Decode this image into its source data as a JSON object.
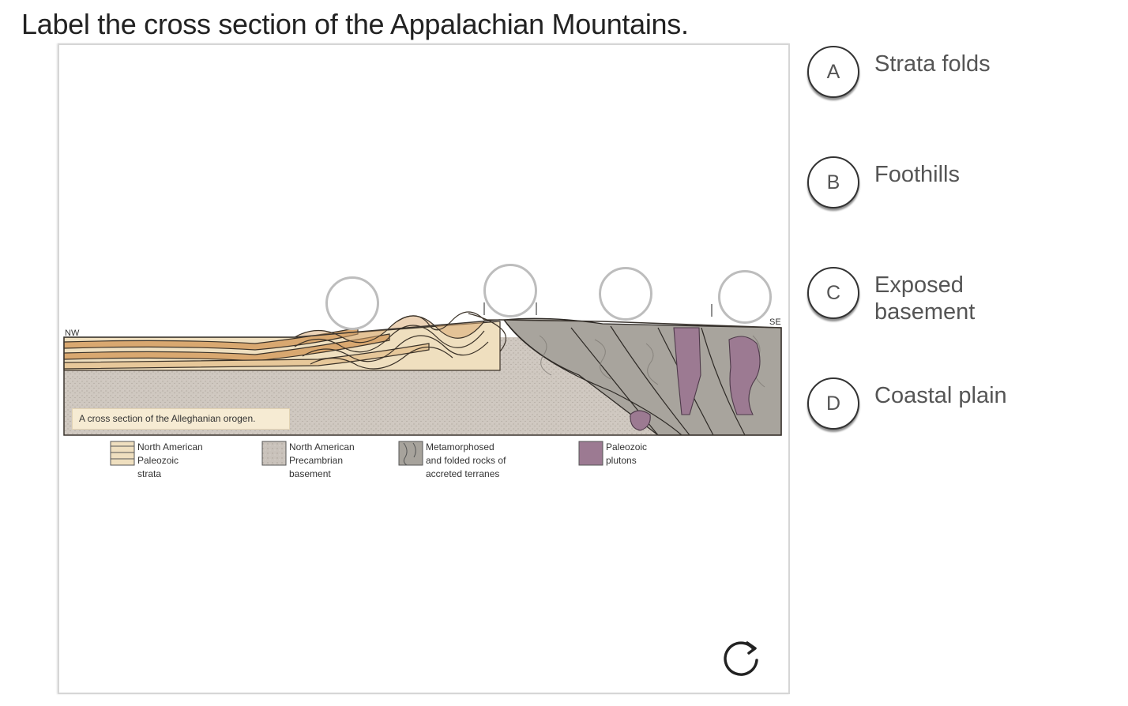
{
  "question": {
    "prompt": "Label the cross section of the Appalachian Mountains."
  },
  "diagram": {
    "caption": "A cross section of the Alleghanian orogen.",
    "direction_left": "NW",
    "direction_right": "SE",
    "legend": [
      {
        "text": "North American\nPaleozoic\nstrata",
        "swatch": "strata"
      },
      {
        "text": "North American\nPrecambrian\nbasement",
        "swatch": "basement"
      },
      {
        "text": "Metamorphosed\nand folded rocks of\naccreted terranes",
        "swatch": "metamorphic"
      },
      {
        "text": "Paleozoic\nplutons",
        "swatch": "pluton"
      }
    ],
    "drop_targets": [
      "target-1",
      "target-2",
      "target-3",
      "target-4"
    ]
  },
  "choices": [
    {
      "letter": "A",
      "label": "Strata folds"
    },
    {
      "letter": "B",
      "label": "Foothills"
    },
    {
      "letter": "C",
      "label": "Exposed basement"
    },
    {
      "letter": "D",
      "label": "Coastal plain"
    }
  ],
  "colors": {
    "basement": "#cfc8c0",
    "strata_light": "#eedcb8",
    "strata_dark": "#d9a66e",
    "metamorphic": "#a7a39c",
    "pluton": "#9c7a92",
    "target_border": "#bdbdbd"
  },
  "icons": {
    "reset": "reset-icon"
  }
}
